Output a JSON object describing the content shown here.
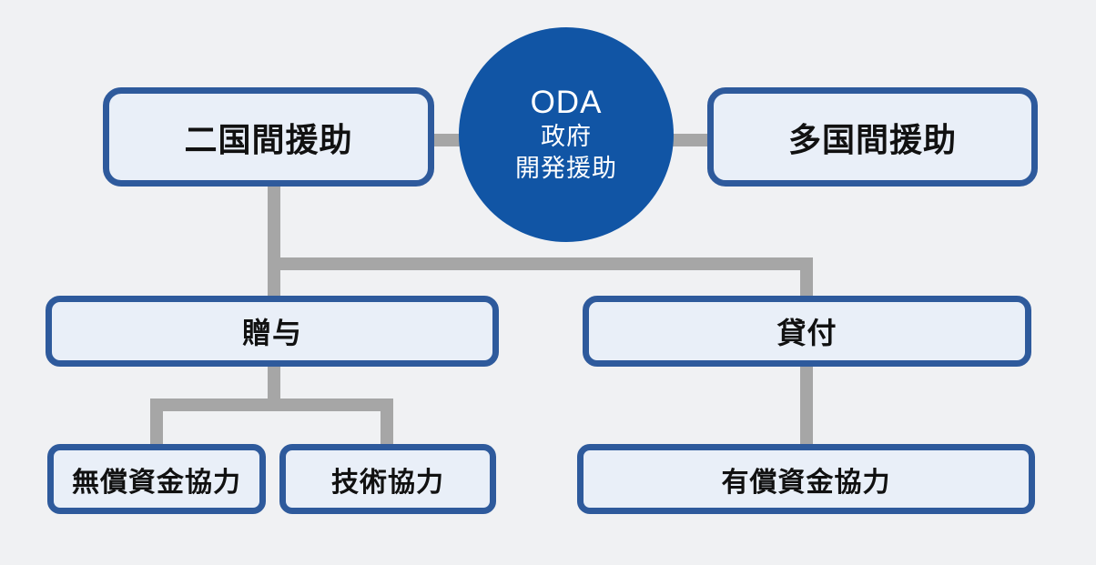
{
  "diagram": {
    "center": {
      "title": "ODA",
      "subtitle1": "政府",
      "subtitle2": "開発援助"
    },
    "level1": {
      "bilateral": "二国間援助",
      "multilateral": "多国間援助"
    },
    "level2": {
      "grant": "贈与",
      "loan": "貸付"
    },
    "level3": {
      "grant_aid": "無償資金協力",
      "technical": "技術協力",
      "loan_aid": "有償資金協力"
    },
    "colors": {
      "background": "#f0f1f3",
      "circle_fill": "#1155a5",
      "circle_text": "#ffffff",
      "box_fill": "#e9eff8",
      "box_border": "#2e5a9c",
      "box_text": "#111111",
      "connector": "#a6a6a6"
    }
  }
}
